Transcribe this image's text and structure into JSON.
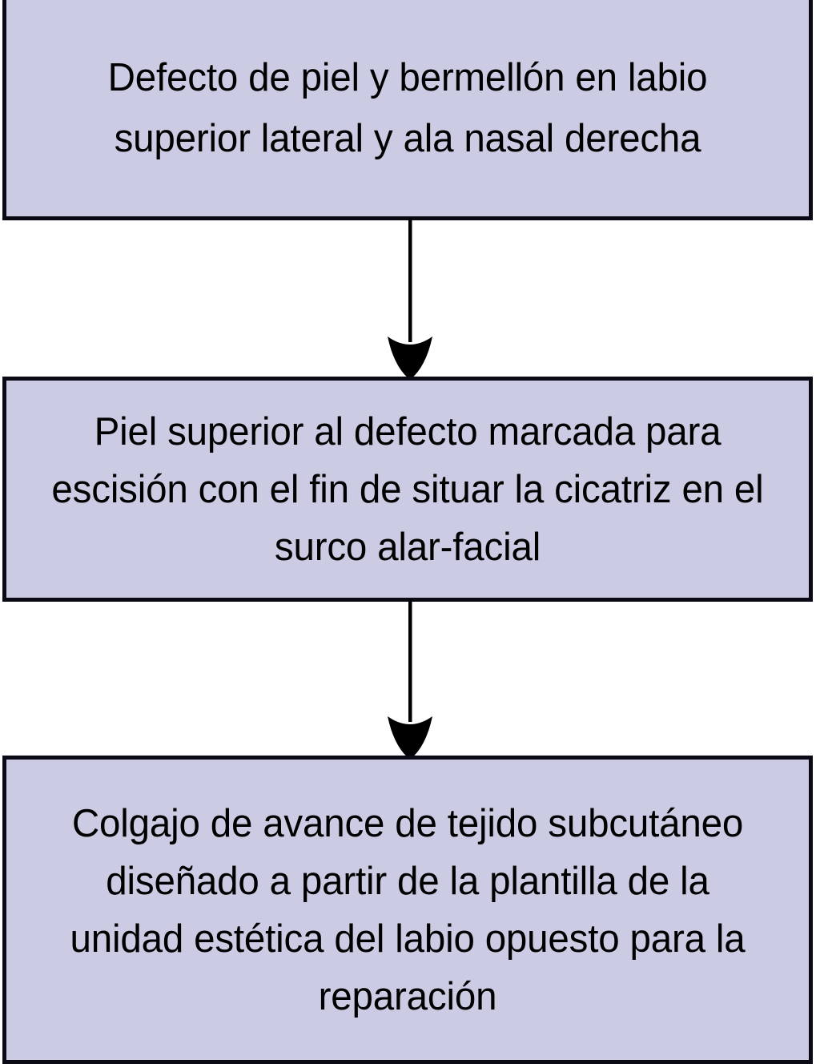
{
  "diagram": {
    "type": "flowchart",
    "orientation": "vertical",
    "language": "es",
    "colors": {
      "node_fill": "#CBCBE3",
      "node_border": "#0A0A14",
      "connector": "#000000",
      "canvas": "#FFFFFF"
    },
    "nodes": [
      {
        "id": "defect",
        "shape": "rectangle",
        "text": "Defecto de piel y bermellón en labio superior lateral y ala nasal derecha",
        "lines": [
          "Defecto de piel y bermellón en labio",
          "superior lateral y ala nasal derecha"
        ]
      },
      {
        "id": "marking",
        "shape": "rectangle",
        "text": "Piel superior al defecto marcada para escisión con el fin de situar la cicatriz en el surco alar-facial",
        "lines": [
          "Piel superior al defecto marcada",
          "para escisión con el fin de situar la",
          "cicatriz en el surco alar-facial"
        ]
      },
      {
        "id": "flap",
        "shape": "rectangle",
        "text": "Colgajo de avance de tejido subcutáneo diseñado a partir de la plantilla de la unidad estética del labio opuesto para la reparación",
        "lines": [
          "Colgajo de avance de tejido",
          "subcutáneo diseñado a partir de la",
          "plantilla de la unidad estética del",
          "labio opuesto para la reparación"
        ]
      }
    ],
    "connectors": [
      {
        "id": "connector-1",
        "from": "defect",
        "to": "marking",
        "style": "solid-line-with-arrowhead",
        "label": ""
      },
      {
        "id": "connector-2",
        "from": "marking",
        "to": "flap",
        "style": "solid-line-with-arrowhead",
        "label": ""
      }
    ]
  }
}
